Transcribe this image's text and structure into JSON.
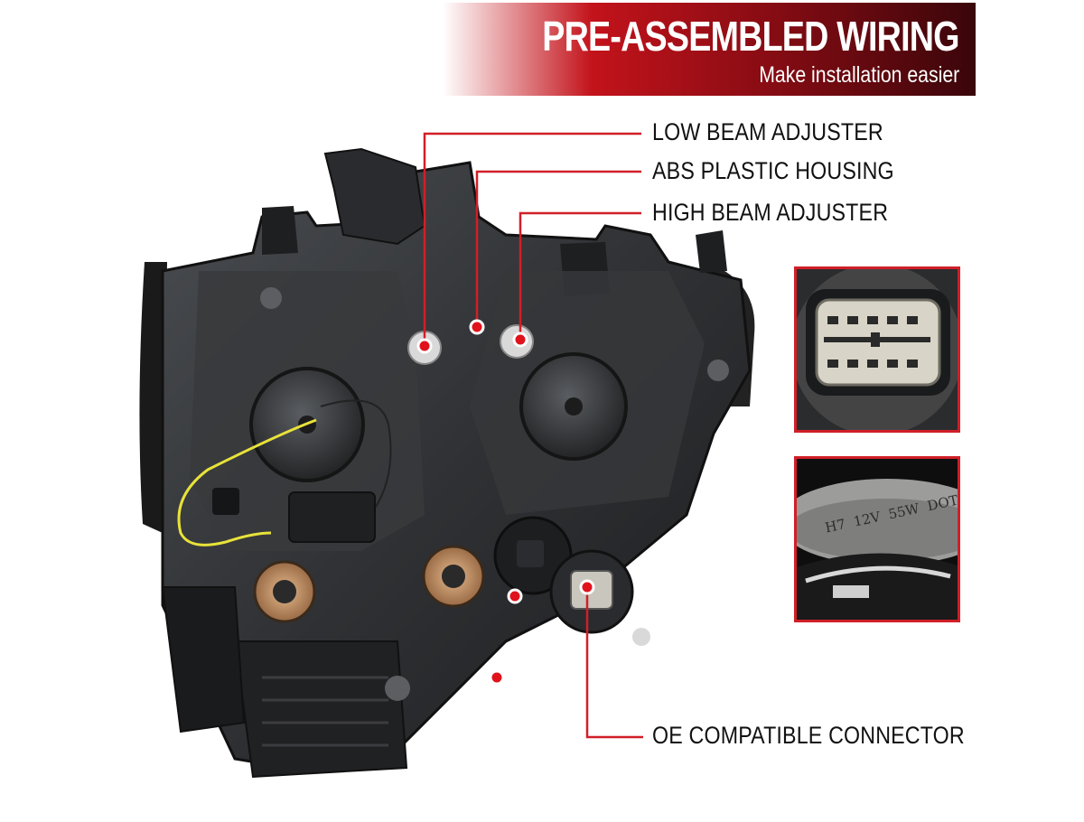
{
  "banner": {
    "title": "PRE-ASSEMBLED WIRING",
    "subtitle": "Make installation easier"
  },
  "callouts": {
    "low_beam": "LOW BEAM ADJUSTER",
    "housing": "ABS PLASTIC HOUSING",
    "high_beam": "HIGH BEAM ADJUSTER",
    "connector": "OE COMPATIBLE CONNECTOR"
  },
  "inset_bulb": {
    "bulb_marking": "H7  12V  55W  DOT"
  },
  "colors": {
    "accent": "#d11f28",
    "banner_dark": "#3a060a",
    "housing": "#2e3033"
  }
}
